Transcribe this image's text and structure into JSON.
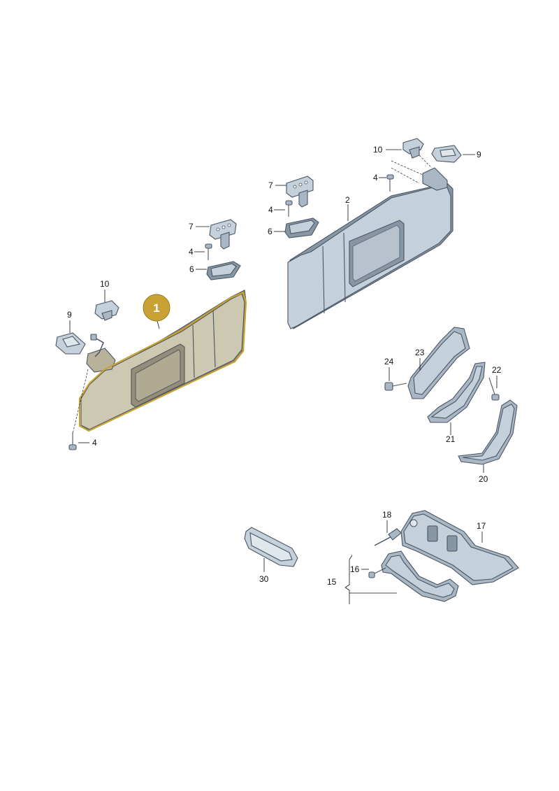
{
  "highlight": {
    "label": "1",
    "color": "#c9a233",
    "part_color": "#c8c1a6"
  },
  "colors": {
    "parts": "#b3c0cc",
    "outline": "#4a5563"
  },
  "labels": {
    "p2": "2",
    "p4_left_bottom": "4",
    "p4_left_top": "4",
    "p4_mid": "4",
    "p4_right": "4",
    "p6_left": "6",
    "p6_mid": "6",
    "p7_left": "7",
    "p7_mid": "7",
    "p9_left": "9",
    "p9_right": "9",
    "p10_left": "10",
    "p10_right": "10",
    "p15": "15",
    "p16": "16",
    "p17": "17",
    "p18": "18",
    "p20": "20",
    "p21": "21",
    "p22": "22",
    "p23": "23",
    "p24": "24",
    "p30": "30"
  }
}
